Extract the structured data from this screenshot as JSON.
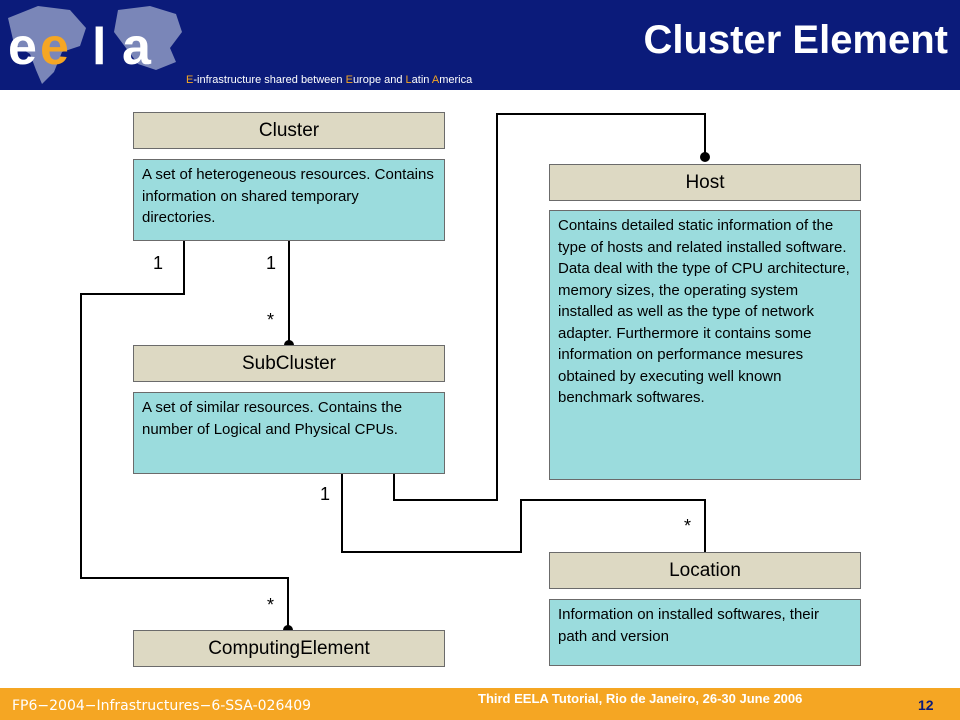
{
  "header": {
    "tagline_parts": [
      "E",
      "-infrastructure shared between ",
      "E",
      "urope and ",
      "L",
      "atin ",
      "A",
      "merica"
    ],
    "title": "Cluster Element",
    "colors": {
      "header_bg": "#0b1b7a",
      "accent": "#f5a623"
    }
  },
  "diagram": {
    "classes": [
      {
        "name": "Cluster",
        "description": "A set of heterogeneous resources. Contains information on shared temporary directories."
      },
      {
        "name": "SubCluster",
        "description": "A set of similar resources. Contains the number of Logical and Physical CPUs."
      },
      {
        "name": "ComputingElement"
      },
      {
        "name": "Host",
        "description": "Contains detailed static information of the type of hosts and related installed software. Data deal with the type of CPU architecture, memory sizes, the operating system installed as well as the type of network adapter. Furthermore it contains some information on performance mesures obtained by executing well known benchmark softwares."
      },
      {
        "name": "Location",
        "description": "Information on installed softwares, their path and version"
      }
    ],
    "multiplicities": {
      "cluster_ce": "1",
      "cluster_sub": "1",
      "sub_end": "*",
      "subcluster_location": "1",
      "location_end": "*",
      "ce_end": "*"
    },
    "colors": {
      "class_header": "#ddd9c3",
      "class_body": "#9bdcdd"
    }
  },
  "footer": {
    "project": "FP6−2004−Infrastructures−6-SSA-026409",
    "event": "Third EELA Tutorial, Rio de Janeiro, 26-30 June 2006",
    "page": "12"
  }
}
